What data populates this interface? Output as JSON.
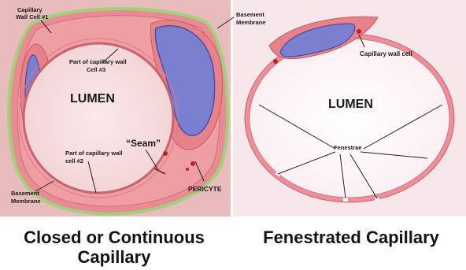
{
  "left_panel": {
    "labels": {
      "cell1_line1": "Capillary",
      "cell1_line2": "Wall Cell #1",
      "cell3_line1": "Part of capillary wall",
      "cell3_line2": "Cell #3",
      "lumen": "LUMEN",
      "cell2_line1": "Part of capillary wall",
      "cell2_line2": "cell #2",
      "seam": "“Seam”",
      "basement_line1": "Basement",
      "basement_line2": "Membrane",
      "pericyte": "PERICYTE"
    },
    "caption_line1": "Closed or Continuous",
    "caption_line2": "Capillary"
  },
  "right_panel": {
    "labels": {
      "basement_line1": "Basement",
      "basement_line2": "Membrane",
      "wall_cell": "Capillary wall cell",
      "lumen": "LUMEN",
      "fenestrae": "Fenestrae"
    },
    "caption": "Fenestrated Capillary"
  },
  "colors": {
    "left_background": "#e8bcbc",
    "right_background": "#f7e6ea",
    "wall_pink": "#e98b92",
    "nucleus_blue": "#7b7fd0",
    "basement_green": "#9fd27a"
  }
}
